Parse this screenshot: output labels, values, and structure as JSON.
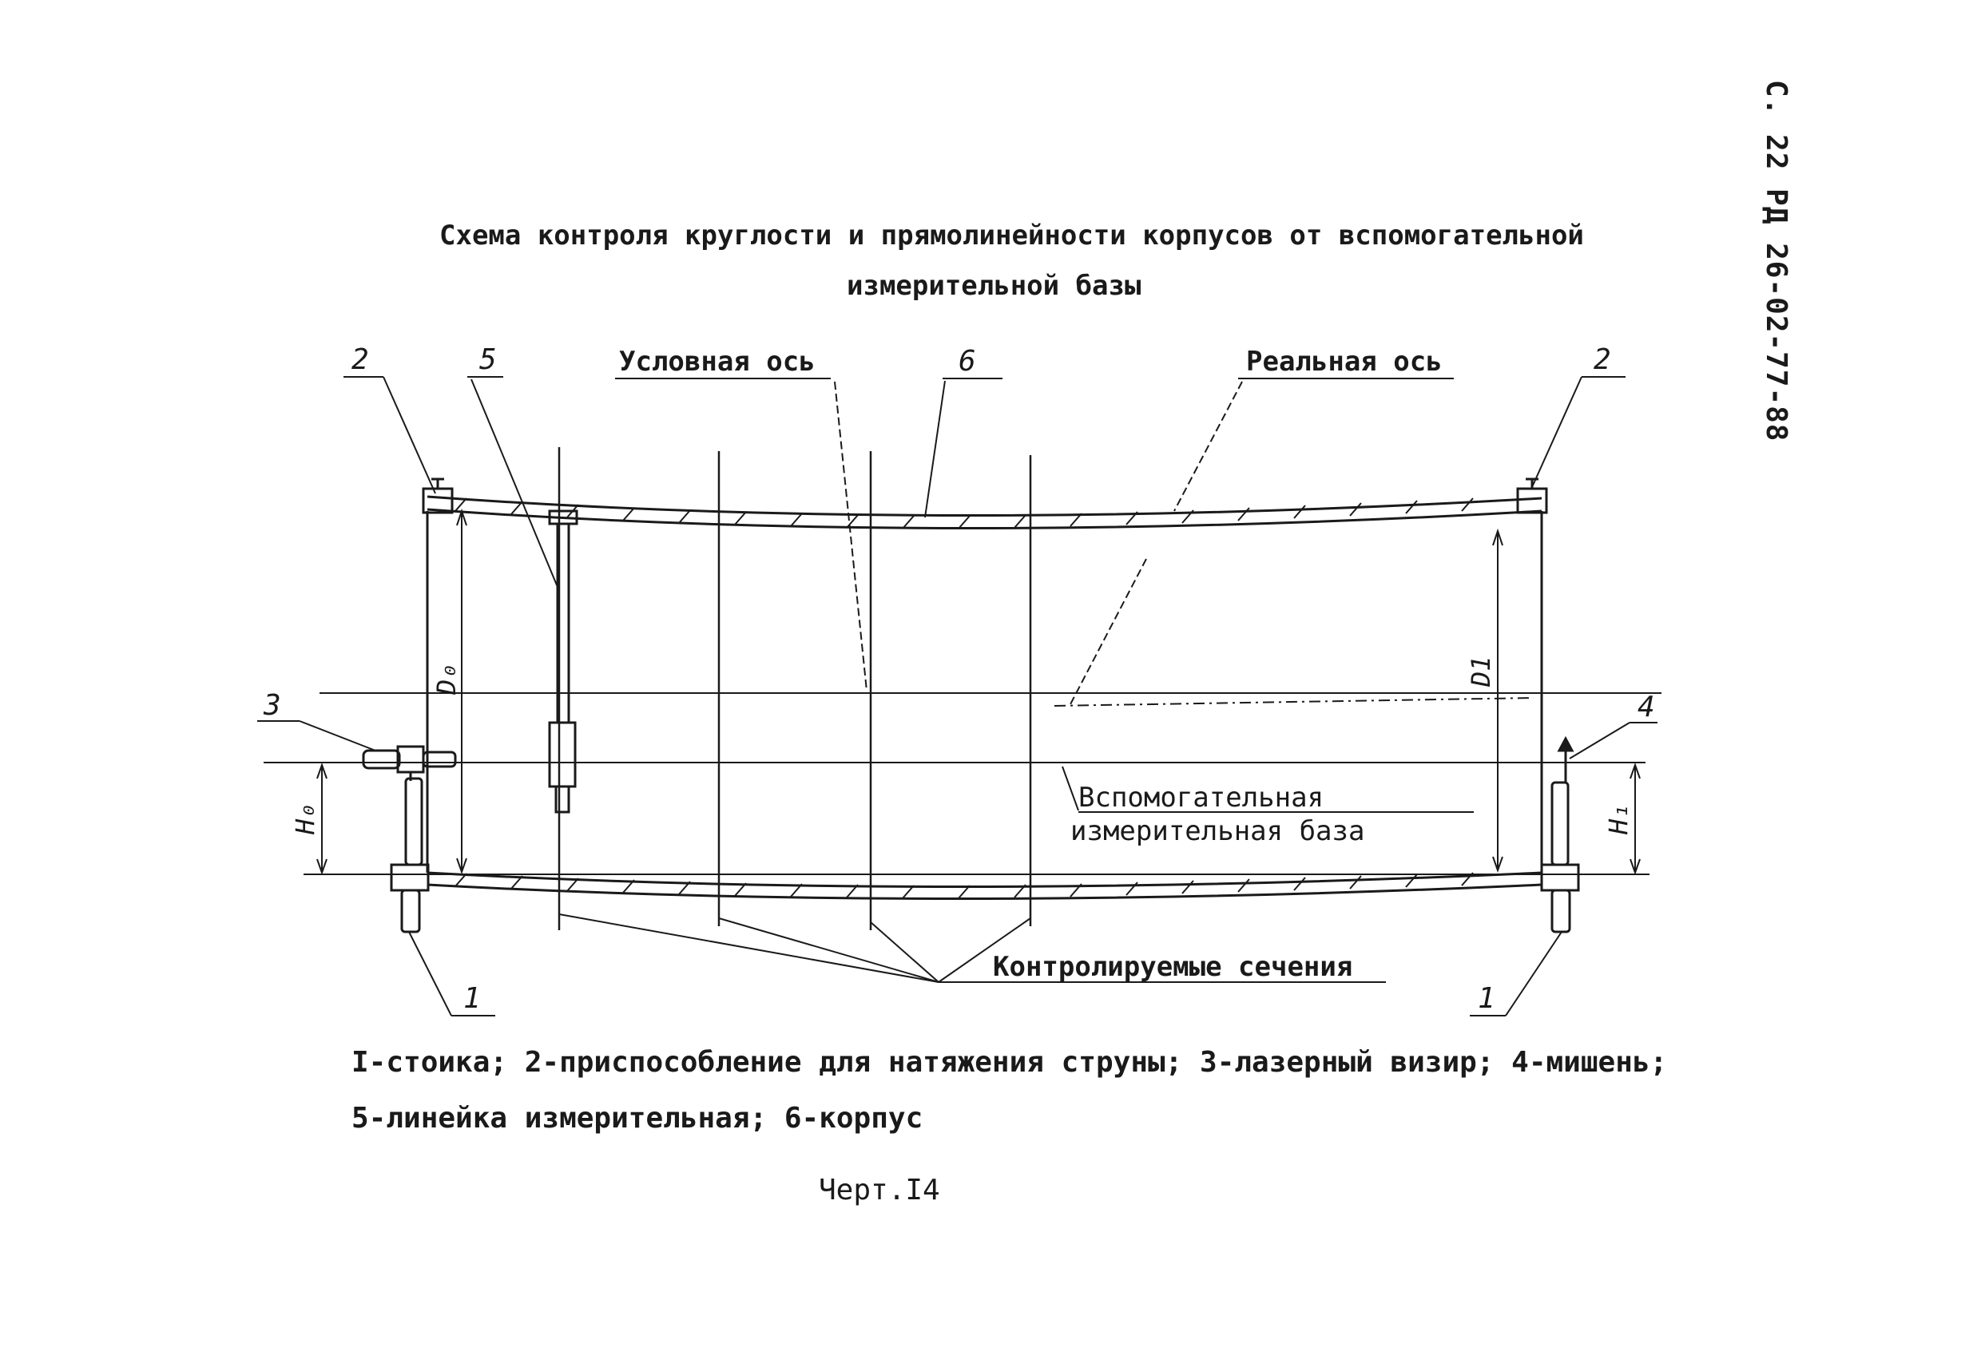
{
  "page_code": "С. 22 РД 26-02-77-88",
  "title": {
    "line1": "Схема контроля круглости и прямолинейности корпусов от вспомогательной",
    "line2": "измерительной базы"
  },
  "labels": {
    "uslovnaya_os": "Условная ось",
    "realnaya_os": "Реальная ось",
    "vspom_line1": "Вспомогательная",
    "vspom_line2": "измерительная база",
    "kontrol_secheniya": "Контролируемые сечения"
  },
  "callouts": {
    "n1_left": "1",
    "n1_right": "1",
    "n2_left": "2",
    "n2_right": "2",
    "n3": "3",
    "n4": "4",
    "n5": "5",
    "n6": "6"
  },
  "dimensions": {
    "D0": "D₀",
    "D1": "D1",
    "H0": "H₀",
    "H1": "H₁"
  },
  "legend": {
    "line1": "I-стоика; 2-приспособление для натяжения струны; 3-лазерный визир; 4-мишень;",
    "line2": "5-линейка измерительная; 6-корпус"
  },
  "caption": "Черт.I4"
}
